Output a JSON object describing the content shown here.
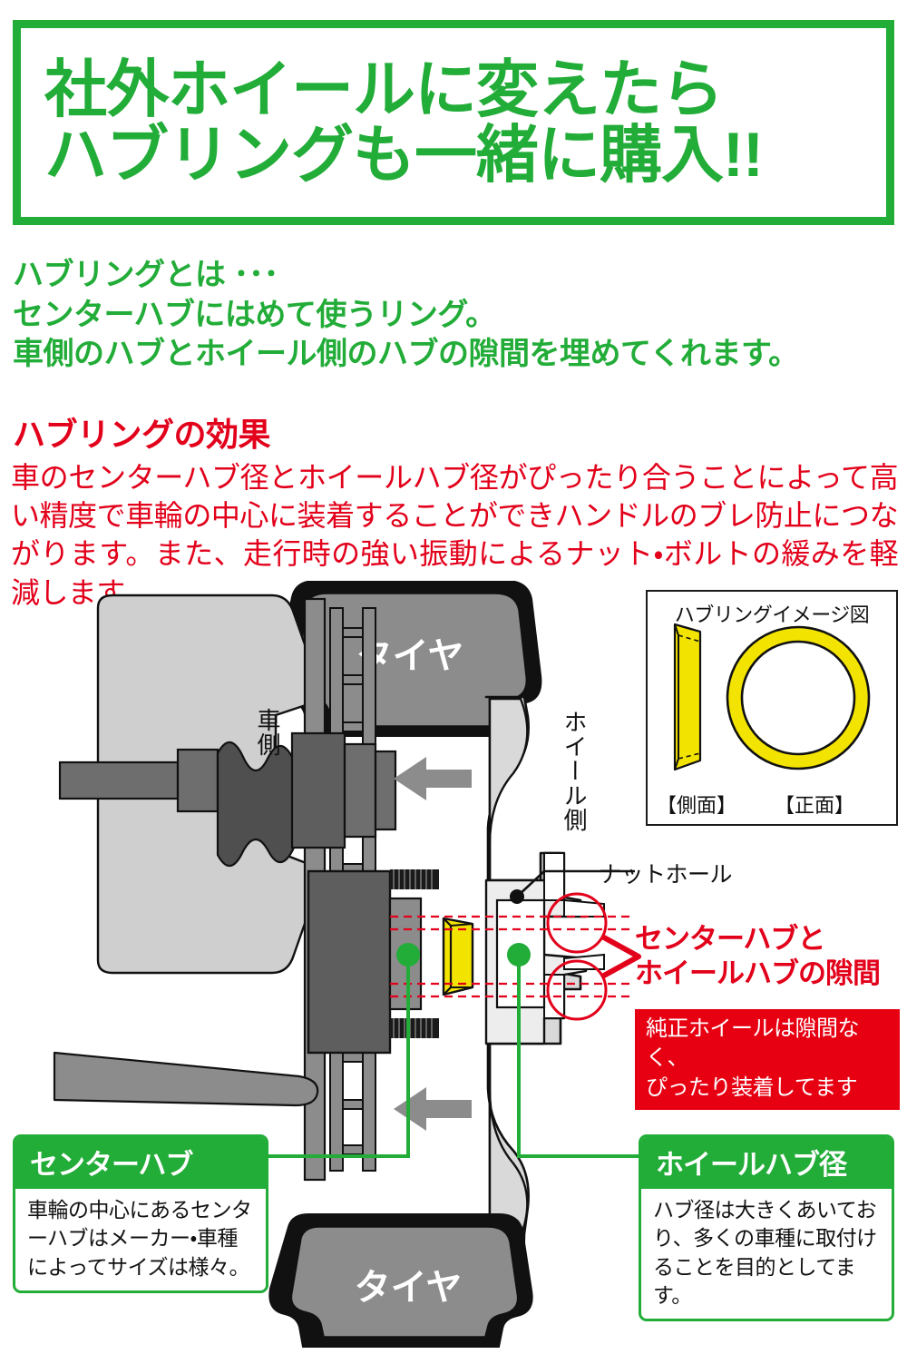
{
  "hero": {
    "line1": "社外ホイールに変えたら",
    "line2": "ハブリングも一緒に購入!!",
    "border_color": "#22ac38",
    "text_color": "#22ac38"
  },
  "intro": {
    "line1": "ハブリングとは ･･･",
    "line2": "センターハブにはめて使うリング。",
    "line3": "車側のハブとホイール側のハブの隙間を埋めてくれます。",
    "color": "#22ac38"
  },
  "effect": {
    "title": "ハブリングの効果",
    "body": "車のセンターハブ径とホイールハブ径がぴったり合うことによって高い精度で車輪の中心に装着することができハンドルのブレ防止につながります。また、走行時の強い振動によるナット・ボルトの緩みを軽減します。",
    "color": "#e2001a"
  },
  "ring_image_box": {
    "caption": "ハブリングイメージ図",
    "side_label": "【側面】",
    "front_label": "【正面】",
    "ring_color": "#f3e300"
  },
  "diagram": {
    "tire_top_label": "タイヤ",
    "tire_bottom_label": "タイヤ",
    "car_side_label": "車側",
    "wheel_side_label": "ホイール側",
    "nut_hole_label": "ナットホール",
    "hub_ring_color": "#f3e300",
    "gap_line_color": "#e2001a",
    "pointer_color": "#22ac38",
    "arrow_color": "#8c8c8c"
  },
  "callout": {
    "line1": "センターハブと",
    "line2": "ホイールハブの隙間",
    "color": "#e2001a"
  },
  "warning": {
    "line1": "純正ホイールは隙間なく、",
    "line2": "ぴったり装着してます",
    "background": "#e60012",
    "text_color": "#ffffff"
  },
  "cards": [
    {
      "id": "center-hub",
      "title": "センターハブ",
      "body": "車輪の中心にあるセンターハブはメーカー・車種によってサイズは様々。"
    },
    {
      "id": "wheel-hub-diameter",
      "title": "ホイールハブ径",
      "body": "ハブ径は大きくあいており、多くの車種に取付けることを目的としてます。"
    }
  ]
}
